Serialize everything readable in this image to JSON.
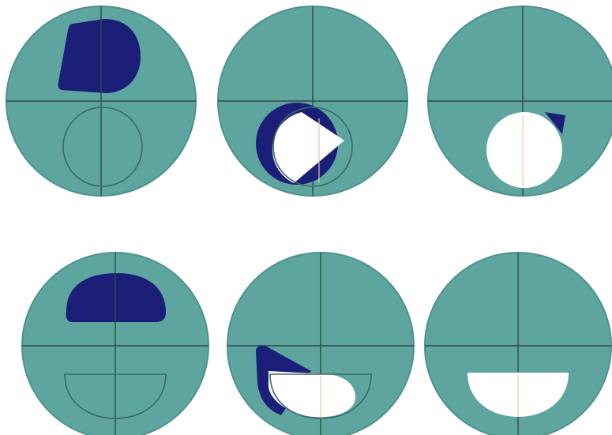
{
  "colors": {
    "disc": "#5da59e",
    "disc_edge": "#4e938c",
    "dark_shape": "#1c1f78",
    "hole": "#ffffff",
    "crosshair": "#2f4a45"
  },
  "panels": [
    {
      "row": 1,
      "col": 1,
      "shape_family": "circle",
      "stage": "initial",
      "dark_region": "upper-rounded-blob",
      "hole": "none",
      "target_outline": "circle"
    },
    {
      "row": 1,
      "col": 2,
      "shape_family": "circle",
      "stage": "moving",
      "dark_region": "crescent",
      "hole": "circle-partial",
      "target_outline": "circle"
    },
    {
      "row": 1,
      "col": 3,
      "shape_family": "circle",
      "stage": "final",
      "dark_region": "small-tip",
      "hole": "circle",
      "target_outline": "none"
    },
    {
      "row": 2,
      "col": 1,
      "shape_family": "semicircle",
      "stage": "initial",
      "dark_region": "upper-half-dome",
      "hole": "none",
      "target_outline": "semicircle"
    },
    {
      "row": 2,
      "col": 2,
      "shape_family": "semicircle",
      "stage": "moving",
      "dark_region": "wedge",
      "hole": "semicircle-partial",
      "target_outline": "semicircle"
    },
    {
      "row": 2,
      "col": 3,
      "shape_family": "semicircle",
      "stage": "final",
      "dark_region": "none",
      "hole": "semicircle",
      "target_outline": "none"
    }
  ]
}
